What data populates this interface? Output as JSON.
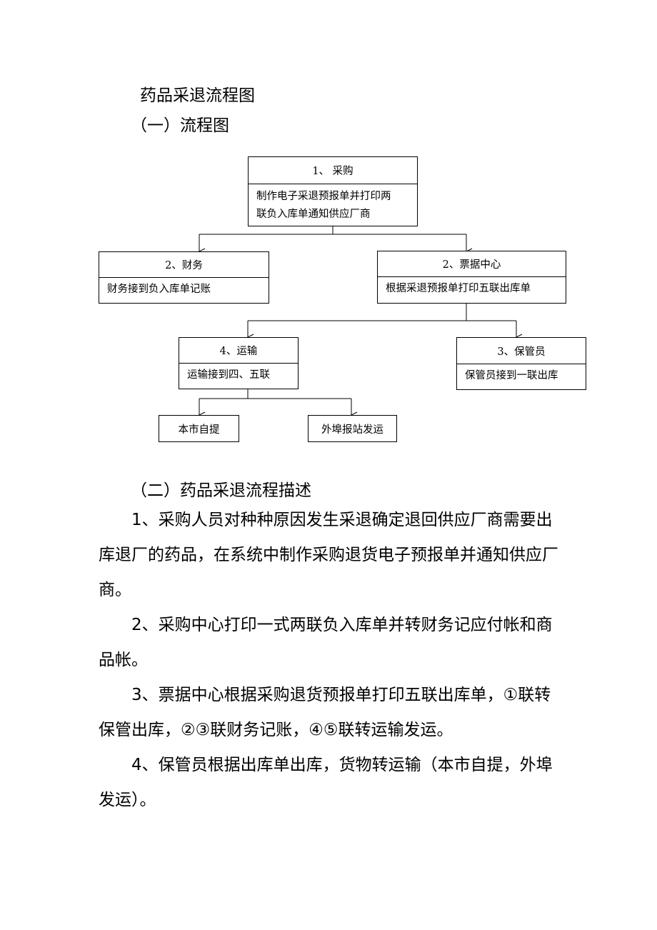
{
  "title": "药品采退流程图",
  "section1": "（一）流程图",
  "flow": {
    "purchase": {
      "head": "1、 采购",
      "lines": [
        "制作电子采退预报单并打印两",
        "联负入库单通知供应厂商"
      ]
    },
    "finance": {
      "head": "2、财务",
      "body": "财务接到负入库单记账"
    },
    "ticket": {
      "head": "2、票据中心",
      "body": "根据采退预报单打印五联出库单"
    },
    "transport": {
      "head": "4、运输",
      "body": "运输接到四、五联"
    },
    "keeper": {
      "head": "3、保管员",
      "body": "保管员接到一联出库"
    },
    "local": "本市自提",
    "remote": "外埠报站发运"
  },
  "section2": "（二）药品采退流程描述",
  "paragraphs": [
    "1、采购人员对种种原因发生采退确定退回供应厂商需要出库退厂的药品，在系统中制作采购退货电子预报单并通知供应厂商。",
    "2、采购中心打印一式两联负入库单并转财务记应付帐和商品帐。",
    "3、票据中心根据采购退货预报单打印五联出库单，①联转保管出库，②③联财务记账，④⑤联转运输发运。",
    "4、保管员根据出库单出库，货物转运输（本市自提，外埠发运）。"
  ]
}
